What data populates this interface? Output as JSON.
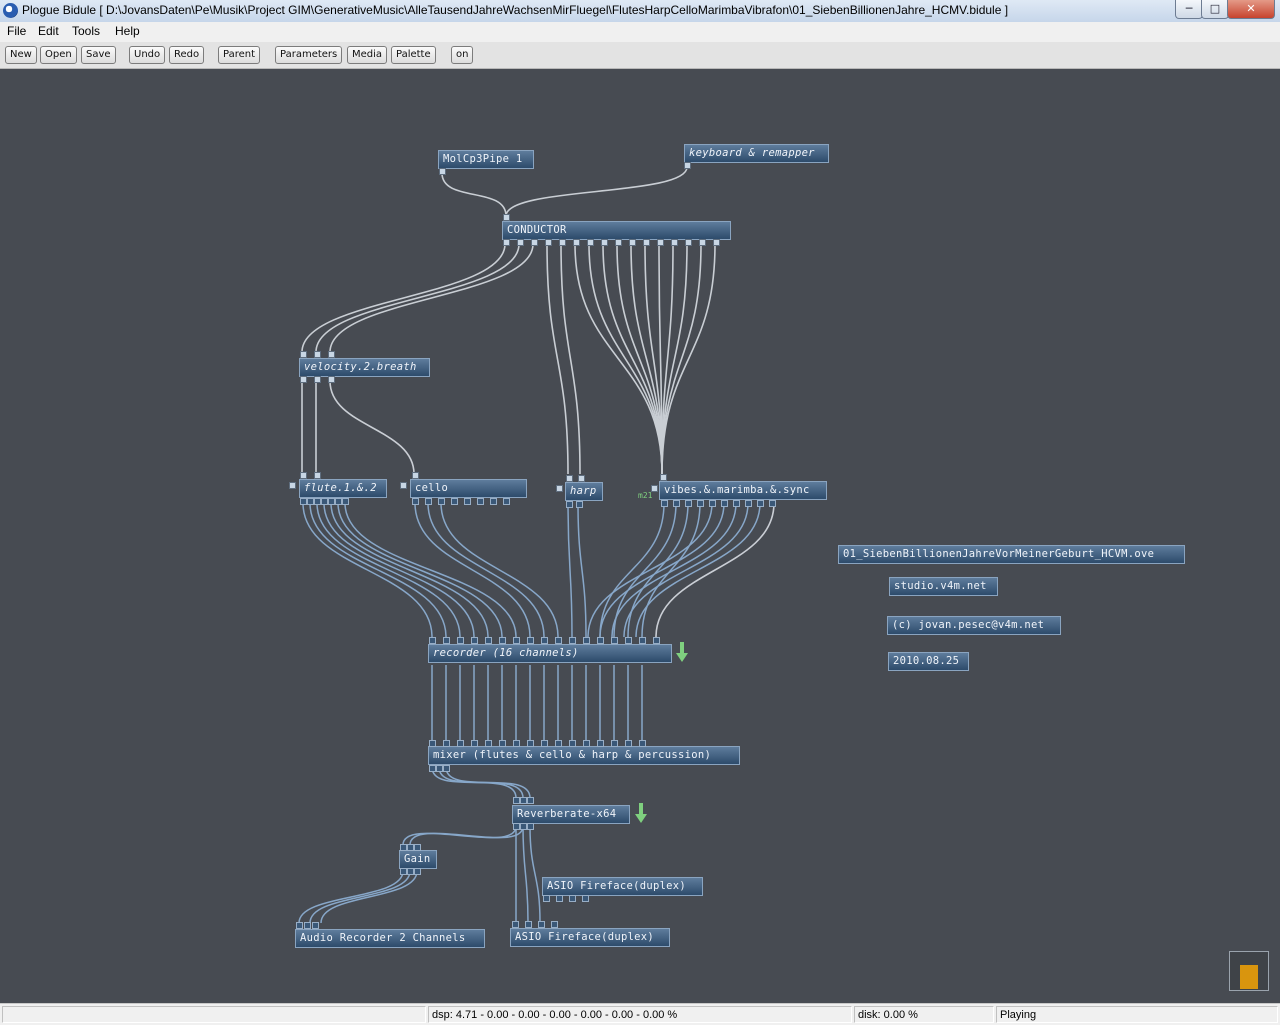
{
  "window": {
    "title": "Plogue Bidule [ D:\\JovansDaten\\Pe\\Musik\\Project GIM\\GenerativeMusic\\AlleTausendJahreWachsenMirFluegel\\FlutesHarpCelloMarimbaVibrafon\\01_SiebenBillionenJahre_HCMV.bidule ]",
    "min_glyph": "─",
    "max_glyph": "□",
    "close_glyph": "✕"
  },
  "menu": {
    "file": "File",
    "edit": "Edit",
    "tools": "Tools",
    "help": "Help"
  },
  "toolbar": {
    "new": "New",
    "open": "Open",
    "save": "Save",
    "undo": "Undo",
    "redo": "Redo",
    "parent": "Parent",
    "parameters": "Parameters",
    "media": "Media",
    "palette": "Palette",
    "on": "on"
  },
  "nodes": {
    "molcp3pipe": "MolCp3Pipe 1",
    "keyboard": "keyboard & remapper",
    "conductor": "CONDUCTOR",
    "velocity": "velocity.2.breath",
    "flute": "flute.1.&.2",
    "cello": "cello",
    "harp": "harp",
    "vibes": "vibes.&.marimba.&.sync",
    "recorder": "recorder (16 channels)",
    "mixer": "mixer (flutes & cello & harp & percussion)",
    "reverb": "Reverberate-x64",
    "gain": "Gain",
    "asio_in": "ASIO Fireface(duplex)",
    "asio_out": "ASIO Fireface(duplex)",
    "audio_recorder": "Audio Recorder 2 Channels",
    "file_label": "01_SiebenBillionenJahreVorMeinerGeburt_HCVM.ove",
    "studio": "studio.v4m.net",
    "copyright": "(c) jovan.pesec@v4m.net",
    "date": "2010.08.25"
  },
  "vibes_badge": "m21",
  "colors": {
    "canvas": "#474b52",
    "node_top": "#5e7c9c",
    "node_bottom": "#2d4b6b",
    "wire_white": "#d8dde3",
    "wire_blue": "#8fb1d6",
    "arrow_green": "#7fd07f",
    "meter_fill": "#d9950e"
  },
  "status": {
    "dsp": "dsp:  4.71 -  0.00 -  0.00 -  0.00 -  0.00 -  0.00 -  0.00 %",
    "disk": "disk:  0.00 %",
    "state": "Playing"
  },
  "meter_level": 0.8
}
